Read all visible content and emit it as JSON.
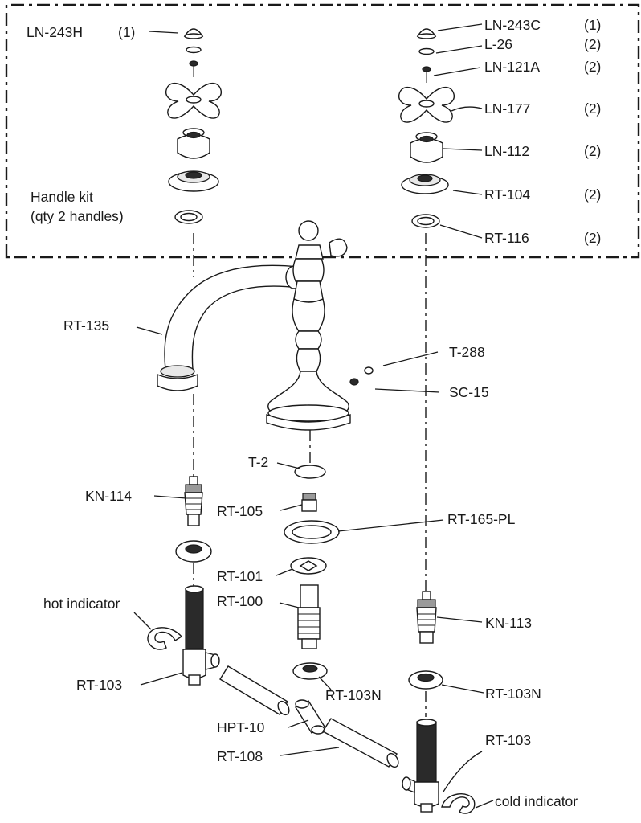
{
  "handle_kit": {
    "line1": "Handle kit",
    "line2": "(qty 2 handles)"
  },
  "parts": {
    "ln243h": {
      "code": "LN-243H",
      "qty": "(1)"
    },
    "ln243c": {
      "code": "LN-243C",
      "qty": "(1)"
    },
    "l26": {
      "code": "L-26",
      "qty": "(2)"
    },
    "ln121a": {
      "code": "LN-121A",
      "qty": "(2)"
    },
    "ln177": {
      "code": "LN-177",
      "qty": "(2)"
    },
    "ln112": {
      "code": "LN-112",
      "qty": "(2)"
    },
    "rt104": {
      "code": "RT-104",
      "qty": "(2)"
    },
    "rt116": {
      "code": "RT-116",
      "qty": "(2)"
    },
    "rt135": {
      "code": "RT-135"
    },
    "t288": {
      "code": "T-288"
    },
    "sc15": {
      "code": "SC-15"
    },
    "t2": {
      "code": "T-2"
    },
    "kn114": {
      "code": "KN-114"
    },
    "rt105": {
      "code": "RT-105"
    },
    "rt165pl": {
      "code": "RT-165-PL"
    },
    "rt101": {
      "code": "RT-101"
    },
    "rt100": {
      "code": "RT-100"
    },
    "hot_indicator": {
      "code": "hot indicator"
    },
    "kn113": {
      "code": "KN-113"
    },
    "rt103_left": {
      "code": "RT-103"
    },
    "rt103n_center": {
      "code": "RT-103N"
    },
    "rt103n_right": {
      "code": "RT-103N"
    },
    "hpt10": {
      "code": "HPT-10"
    },
    "rt103_right": {
      "code": "RT-103"
    },
    "rt108": {
      "code": "RT-108"
    },
    "cold_indicator": {
      "code": "cold indicator"
    }
  }
}
